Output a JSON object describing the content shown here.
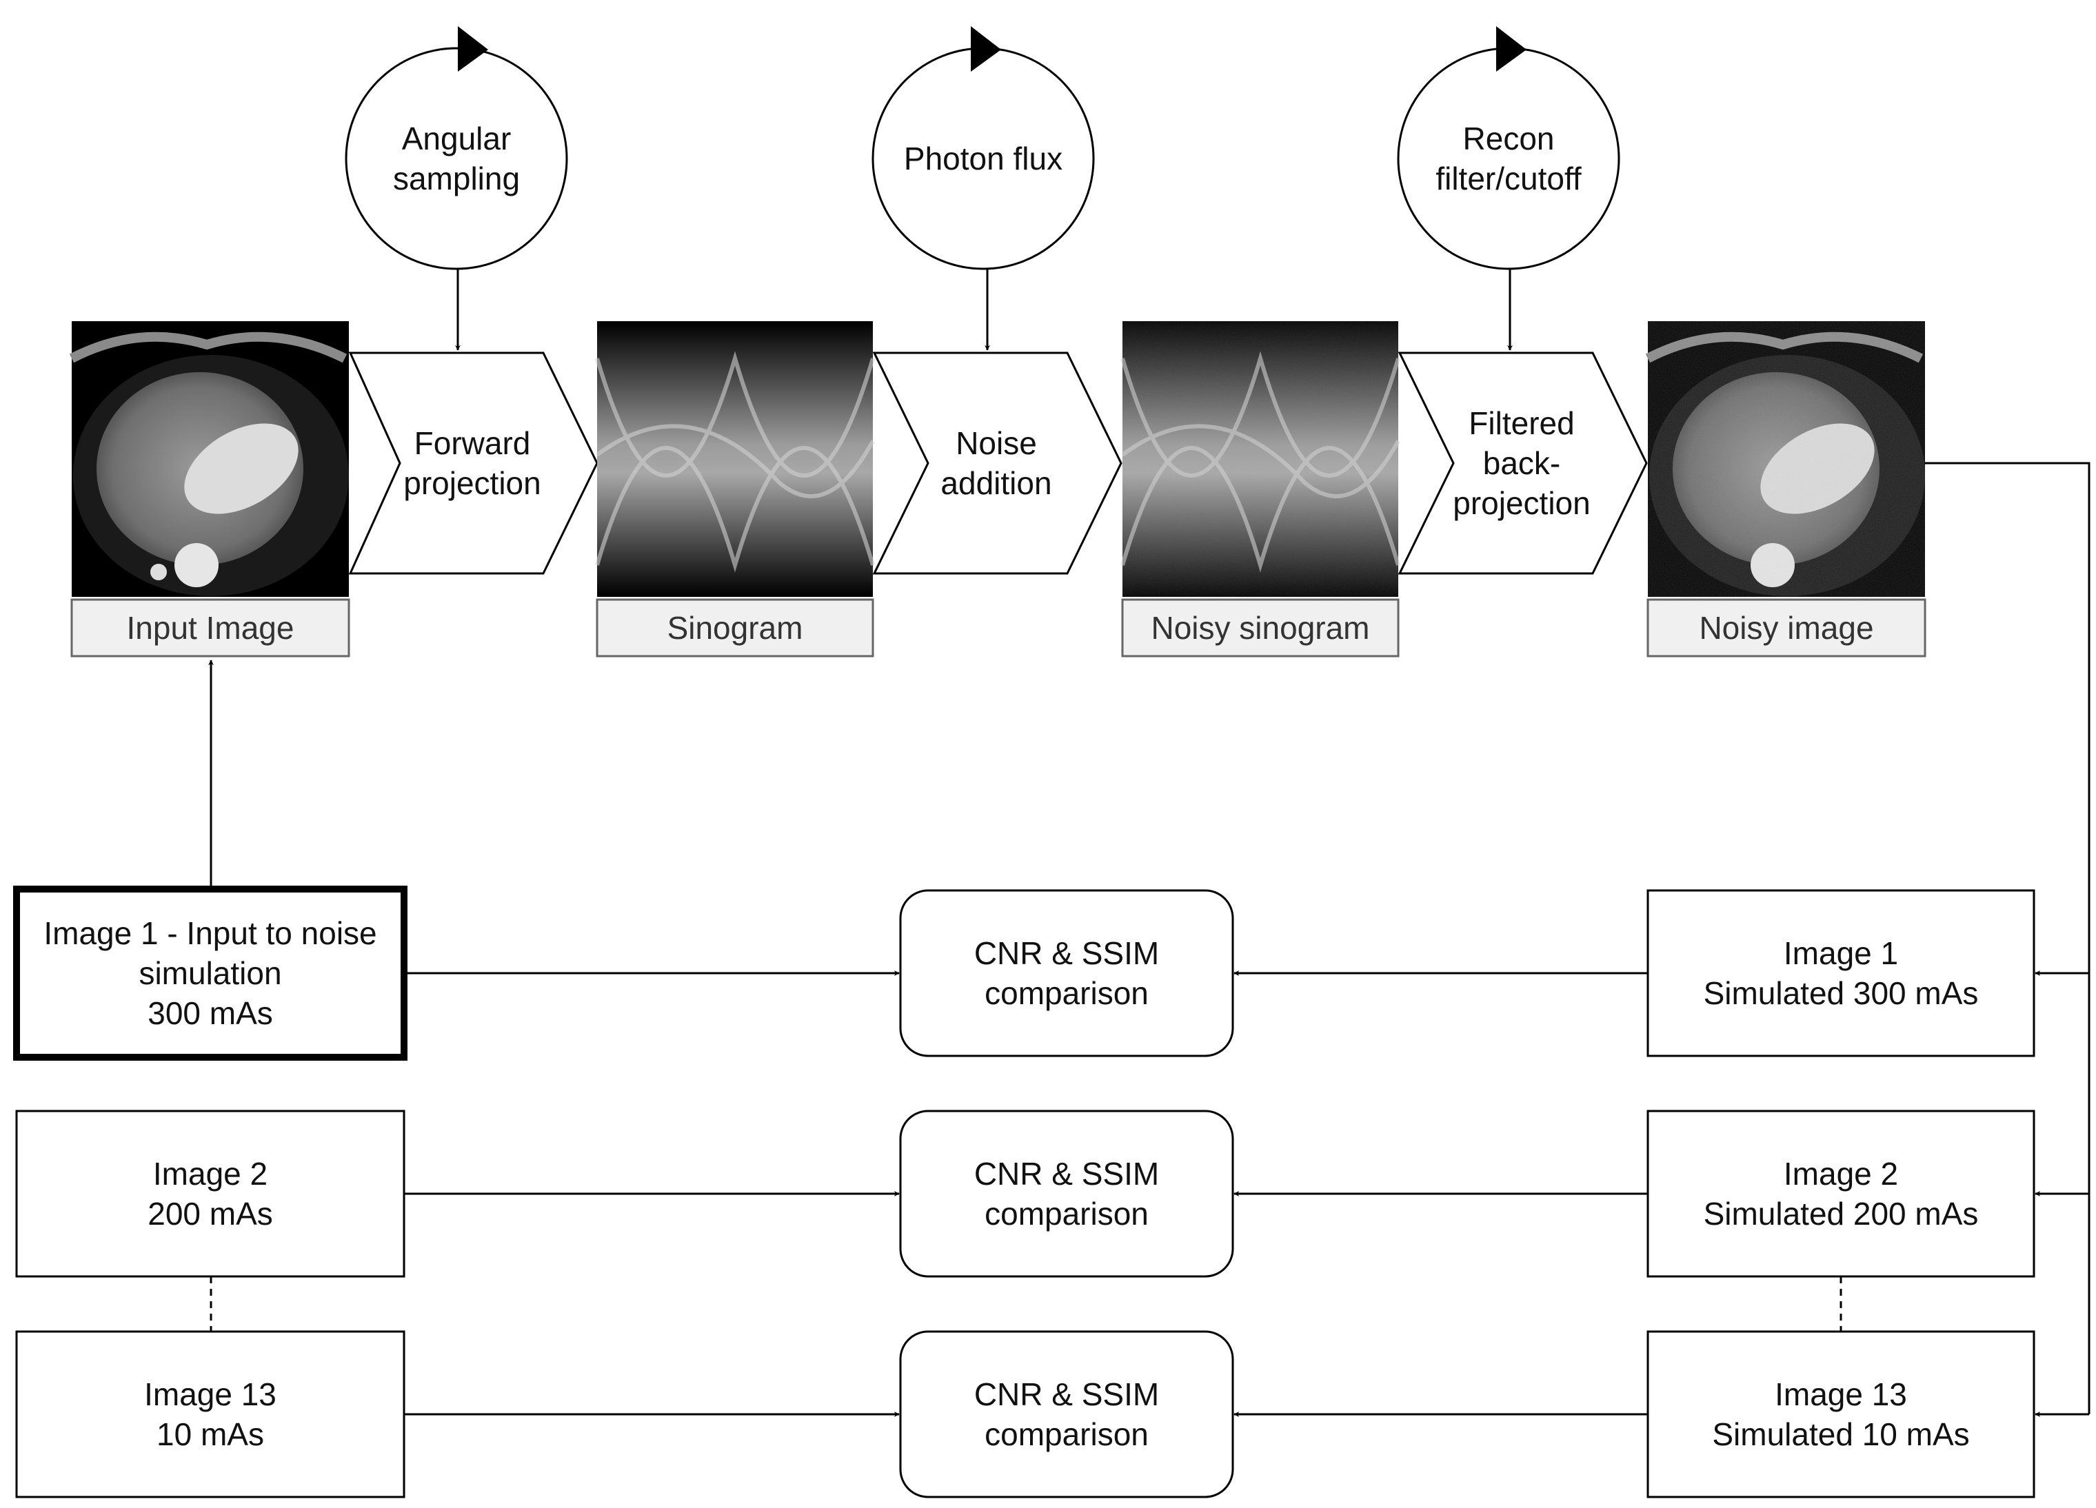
{
  "parameters": {
    "angular": [
      "Angular",
      "sampling"
    ],
    "photon": [
      "Photon flux"
    ],
    "recon": [
      "Recon",
      "filter/cutoff"
    ]
  },
  "processes": {
    "forward": [
      "Forward",
      "projection"
    ],
    "noise": [
      "Noise",
      "addition"
    ],
    "fbp": [
      "Filtered",
      "back-",
      "projection"
    ]
  },
  "captions": {
    "input": "Input Image",
    "sinogram": "Sinogram",
    "noisy_sinogram": "Noisy sinogram",
    "noisy_image": "Noisy image"
  },
  "real_images": {
    "img1": [
      "Image 1 - Input to noise",
      "simulation",
      "300 mAs"
    ],
    "img2": [
      "Image 2",
      "200 mAs"
    ],
    "img13": [
      "Image 13",
      "10 mAs"
    ]
  },
  "comparisons": {
    "c1": [
      "CNR & SSIM",
      "comparison"
    ],
    "c2": [
      "CNR & SSIM",
      "comparison"
    ],
    "c13": [
      "CNR & SSIM",
      "comparison"
    ]
  },
  "simulated_images": {
    "s1": [
      "Image 1",
      "Simulated 300 mAs"
    ],
    "s2": [
      "Image 2",
      "Simulated 200 mAs"
    ],
    "s13": [
      "Image 13",
      "Simulated 10 mAs"
    ]
  }
}
